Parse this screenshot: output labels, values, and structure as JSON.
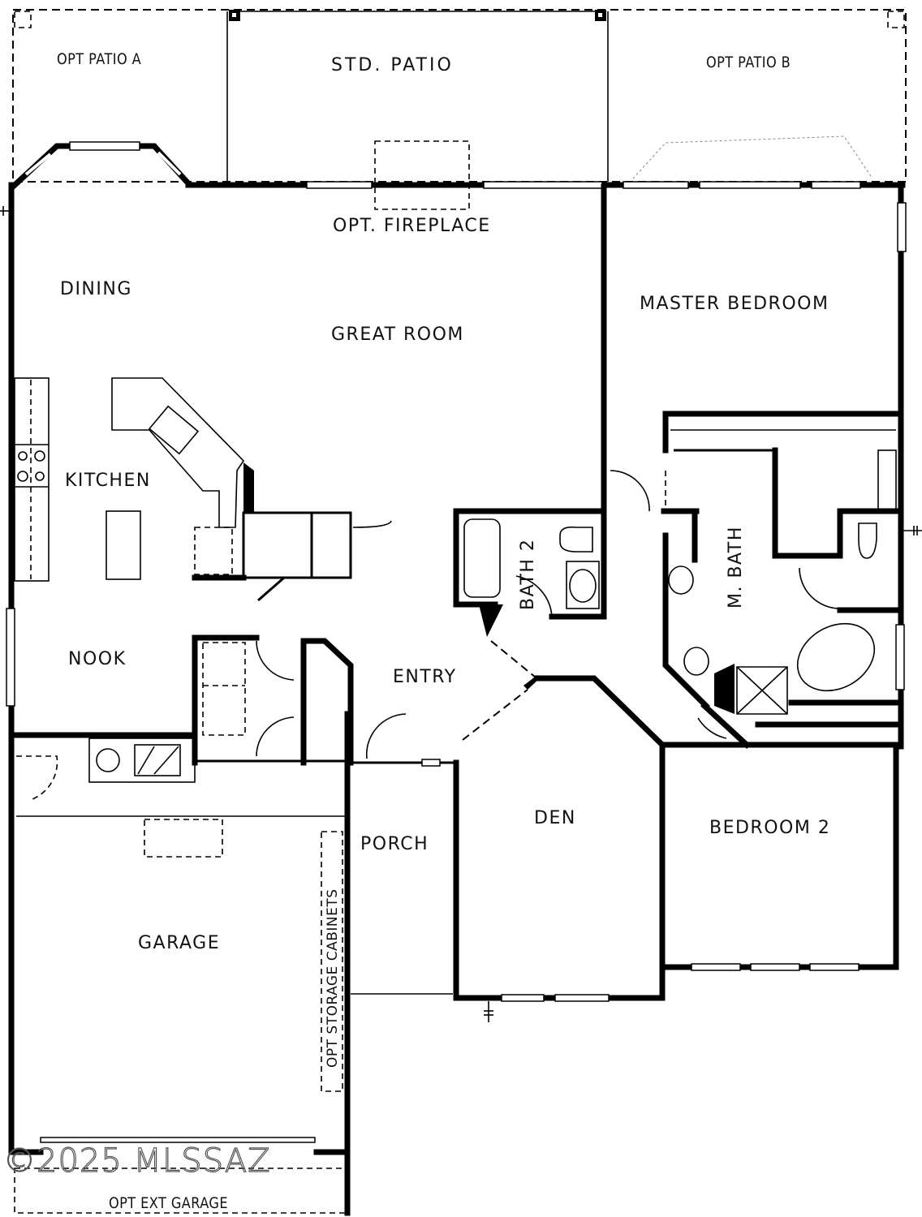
{
  "plan": {
    "type": "residential floor plan",
    "rooms": {
      "opt_patio_a": "OPT PATIO A",
      "std_patio": "STD. PATIO",
      "opt_patio_b": "OPT PATIO B",
      "opt_fireplace": "OPT. FIREPLACE",
      "dining": "DINING",
      "great_room": "GREAT ROOM",
      "master_bedroom": "MASTER BEDROOM",
      "kitchen": "KITCHEN",
      "bath_2": "BATH 2",
      "m_bath": "M. BATH",
      "nook": "NOOK",
      "entry": "ENTRY",
      "den": "DEN",
      "porch": "PORCH",
      "bedroom_2": "BEDROOM 2",
      "garage": "GARAGE",
      "opt_storage_cabinets": "OPT STORAGE CABINETS",
      "opt_ext_garage": "OPT EXT GARAGE"
    },
    "watermark": "©2025 MLSSAZ"
  }
}
